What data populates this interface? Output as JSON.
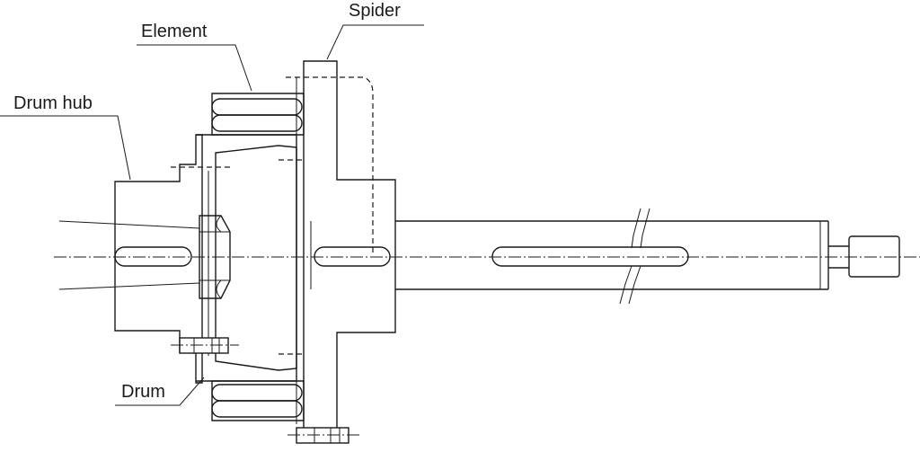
{
  "labels": {
    "spider": "Spider",
    "element": "Element",
    "drum_hub": "Drum hub",
    "drum": "Drum"
  }
}
